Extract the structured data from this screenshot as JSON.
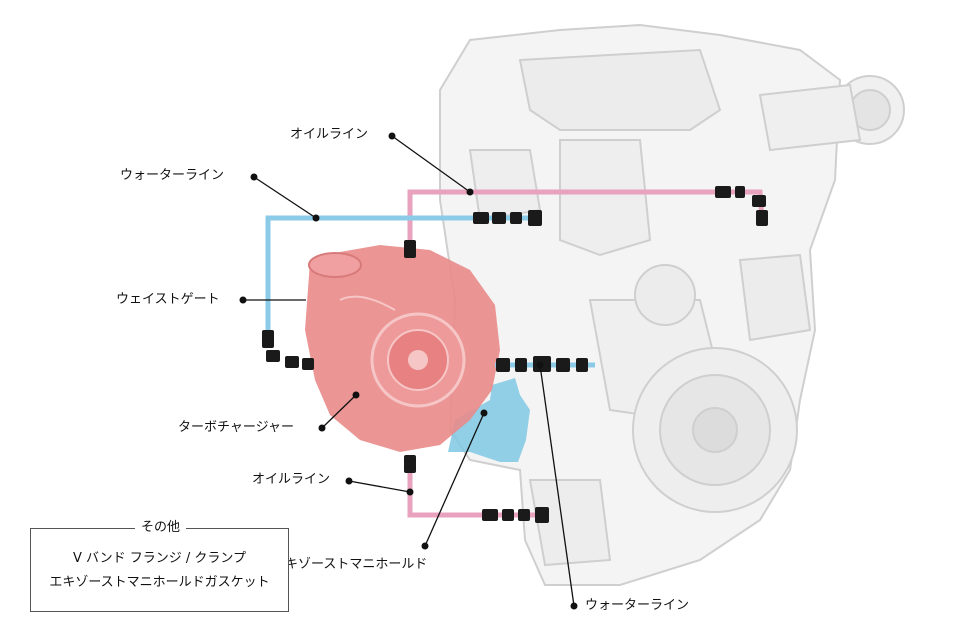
{
  "colors": {
    "oil_line": "#e8a2be",
    "water_line": "#8ccbe8",
    "turbo": "#e98a8a",
    "manifold": "#7ec8e3",
    "fitting": "#1a1a1a",
    "engine_outline": "#c9c9c9"
  },
  "labels": {
    "oil_line_top": "オイルライン",
    "water_line_left": "ウォーターライン",
    "wastegate": "ウェイストゲート",
    "turbocharger": "ターボチャージャー",
    "oil_line_bottom": "オイルライン",
    "exhaust_manifold": "エキゾーストマニホールド",
    "water_line_bottom": "ウォーターライン"
  },
  "others": {
    "title": "その他",
    "items": [
      "V バンド フランジ / クランプ",
      "エキゾーストマニホールドガスケット"
    ]
  }
}
